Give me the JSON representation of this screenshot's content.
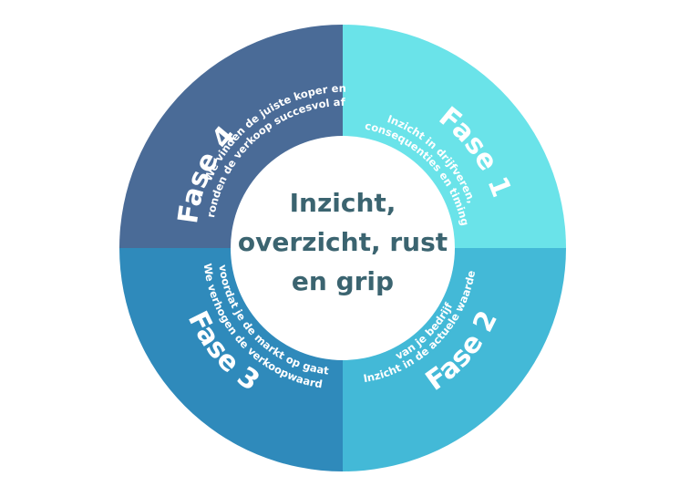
{
  "center": {
    "lines": [
      "Inzicht,",
      "overzicht, rust",
      "en grip"
    ],
    "color": "#3b6470"
  },
  "phases": [
    {
      "id": "fase-1",
      "title": "Fase 1",
      "color": "#6ae3e9",
      "description": [
        "Inzicht in drijfveren,",
        "consequenties en timing"
      ]
    },
    {
      "id": "fase-2",
      "title": "Fase 2",
      "color": "#43b9d7",
      "description": [
        "Inzicht in de actuele waarde",
        "van je bedrijf"
      ]
    },
    {
      "id": "fase-3",
      "title": "Fase 3",
      "color": "#2f8abb",
      "description": [
        "We verhogen de verkoopwaarde",
        "voordat je de markt op gaat"
      ]
    },
    {
      "id": "fase-4",
      "title": "Fase 4",
      "color": "#4a6b97",
      "description": [
        "We vinden de juiste koper en",
        "ronden de verkoop succesvol af"
      ]
    }
  ]
}
